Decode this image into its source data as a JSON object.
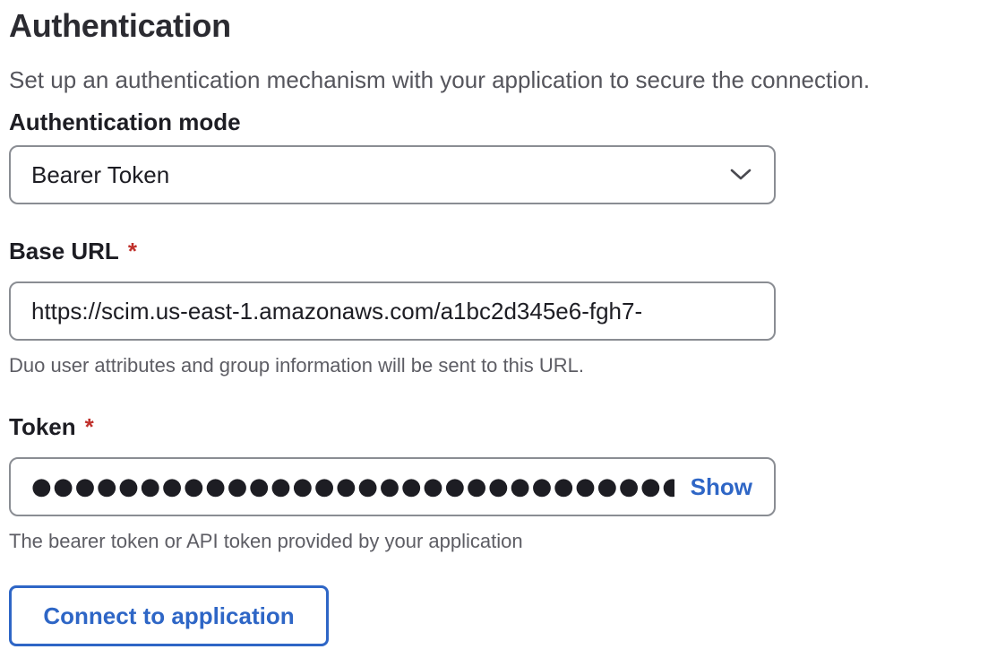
{
  "section": {
    "title": "Authentication",
    "description": "Set up an authentication mechanism with your application to secure the connection."
  },
  "auth_mode": {
    "label": "Authentication mode",
    "selected": "Bearer Token",
    "icon": "chevron-down-icon"
  },
  "base_url": {
    "label": "Base URL",
    "required_marker": "*",
    "value": "https://scim.us-east-1.amazonaws.com/a1bc2d345e6-fgh7-",
    "help": "Duo user attributes and group information will be sent to this URL."
  },
  "token": {
    "label": "Token",
    "required_marker": "*",
    "masked_value": "●●●●●●●●●●●●●●●●●●●●●●●●●●●●●●●●●●●●●●●●●●●●●●●",
    "show_label": "Show",
    "help": "The bearer token or API token provided by your application"
  },
  "actions": {
    "connect_label": "Connect to application"
  },
  "colors": {
    "accent": "#2e66c6",
    "required": "#c0302b",
    "border": "#8a8d93"
  }
}
